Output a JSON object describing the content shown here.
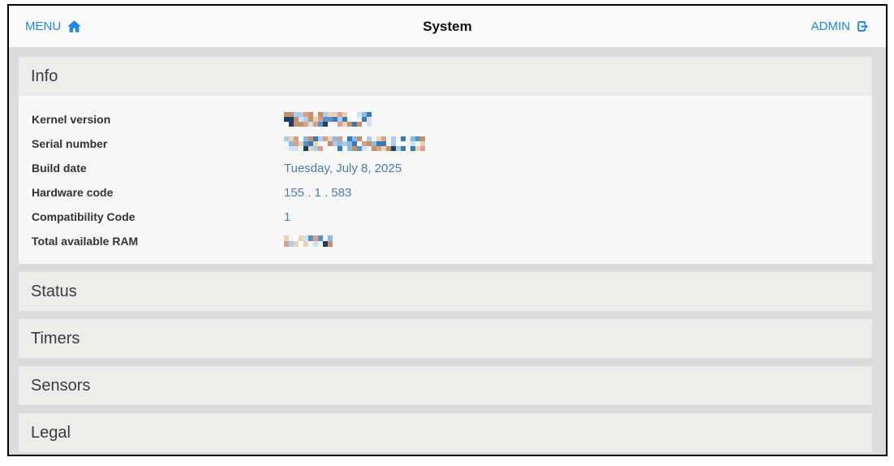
{
  "accent_color": "#1e88e5",
  "header": {
    "menu_label": "MENU",
    "title": "System",
    "admin_label": "ADMIN"
  },
  "sections": {
    "info": {
      "title": "Info",
      "rows": [
        {
          "label": "Kernel version",
          "value": "",
          "redacted": true
        },
        {
          "label": "Serial number",
          "value": "",
          "redacted": true
        },
        {
          "label": "Build date",
          "value": "Tuesday, July 8, 2025",
          "redacted": false
        },
        {
          "label": "Hardware code",
          "value": "155 . 1 . 583",
          "redacted": false
        },
        {
          "label": "Compatibility Code",
          "value": "1",
          "redacted": false
        },
        {
          "label": "Total available RAM",
          "value": "",
          "redacted": true
        }
      ]
    },
    "collapsed": [
      {
        "title": "Status"
      },
      {
        "title": "Timers"
      },
      {
        "title": "Sensors"
      },
      {
        "title": "Legal"
      }
    ]
  }
}
